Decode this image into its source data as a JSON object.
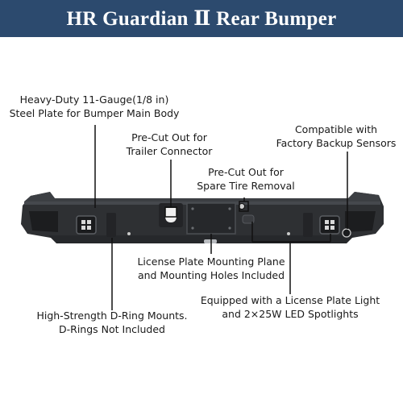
{
  "banner": {
    "title": "HR Guardian Ⅱ Rear Bumper"
  },
  "callouts": {
    "steel_plate": {
      "line1": "Heavy-Duty 11-Gauge(1/8 in)",
      "line2": "Steel Plate for Bumper Main Body"
    },
    "trailer": {
      "line1": "Pre-Cut Out for",
      "line2": "Trailer Connector"
    },
    "sensors": {
      "line1": "Compatible with",
      "line2": "Factory Backup Sensors"
    },
    "spare_tire": {
      "line1": "Pre-Cut Out for",
      "line2": "Spare Tire Removal"
    },
    "license_plate": {
      "line1": "License Plate Mounting Plane",
      "line2": "and Mounting Holes Included"
    },
    "lights": {
      "line1": "Equipped with a License Plate Light",
      "line2": "and 2×25W LED Spotlights"
    },
    "d_ring": {
      "line1": "High-Strength D-Ring Mounts.",
      "line2": "D-Rings Not Included"
    }
  },
  "colors": {
    "banner": "#2c4a6e",
    "bumper": "#2e3033",
    "text": "#1a1a1a"
  }
}
